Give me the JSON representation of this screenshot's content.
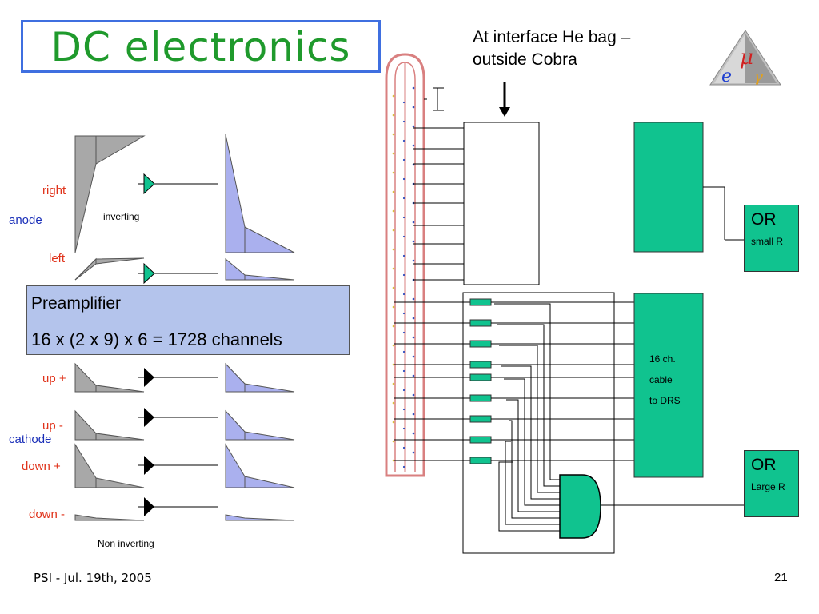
{
  "title": "DC electronics",
  "note": {
    "line1": "At interface He bag –",
    "line2": "outside Cobra"
  },
  "anode": {
    "label": "anode",
    "right": "right",
    "left": "left",
    "inverting": "inverting"
  },
  "preamp": {
    "title": "Preamplifier",
    "channels": "16 x (2 x 9) x 6 = 1728 channels"
  },
  "cathode": {
    "label": "cathode",
    "up_plus": "up +",
    "up_minus": "up -",
    "down_plus": "down +",
    "down_minus": "down -",
    "non_inverting": "Non inverting"
  },
  "or_small": {
    "title": "OR",
    "sub": "small R"
  },
  "or_large": {
    "title": "OR",
    "sub": "Large R"
  },
  "cable": {
    "line1": "16 ch.",
    "line2": "cable",
    "line3": "to DRS"
  },
  "footer": {
    "left": "PSI - Jul. 19th,  2005",
    "page": "21"
  },
  "colors": {
    "title": "#1f9a2c",
    "title_border": "#3f6fe0",
    "preamp_fill": "#b4c4ec",
    "gray_signal": "#a8a8a8",
    "blue_signal": "#aab0ee",
    "green_box": "#10c38f",
    "label_red": "#e0321a",
    "label_blue": "#1a2fb8",
    "chamber_outline": "#d98080"
  },
  "icons": {
    "logo": "mu-e-gamma-triangle-logo",
    "arrow": "down-arrow-icon",
    "amp": "amplifier-triangle-icon"
  }
}
